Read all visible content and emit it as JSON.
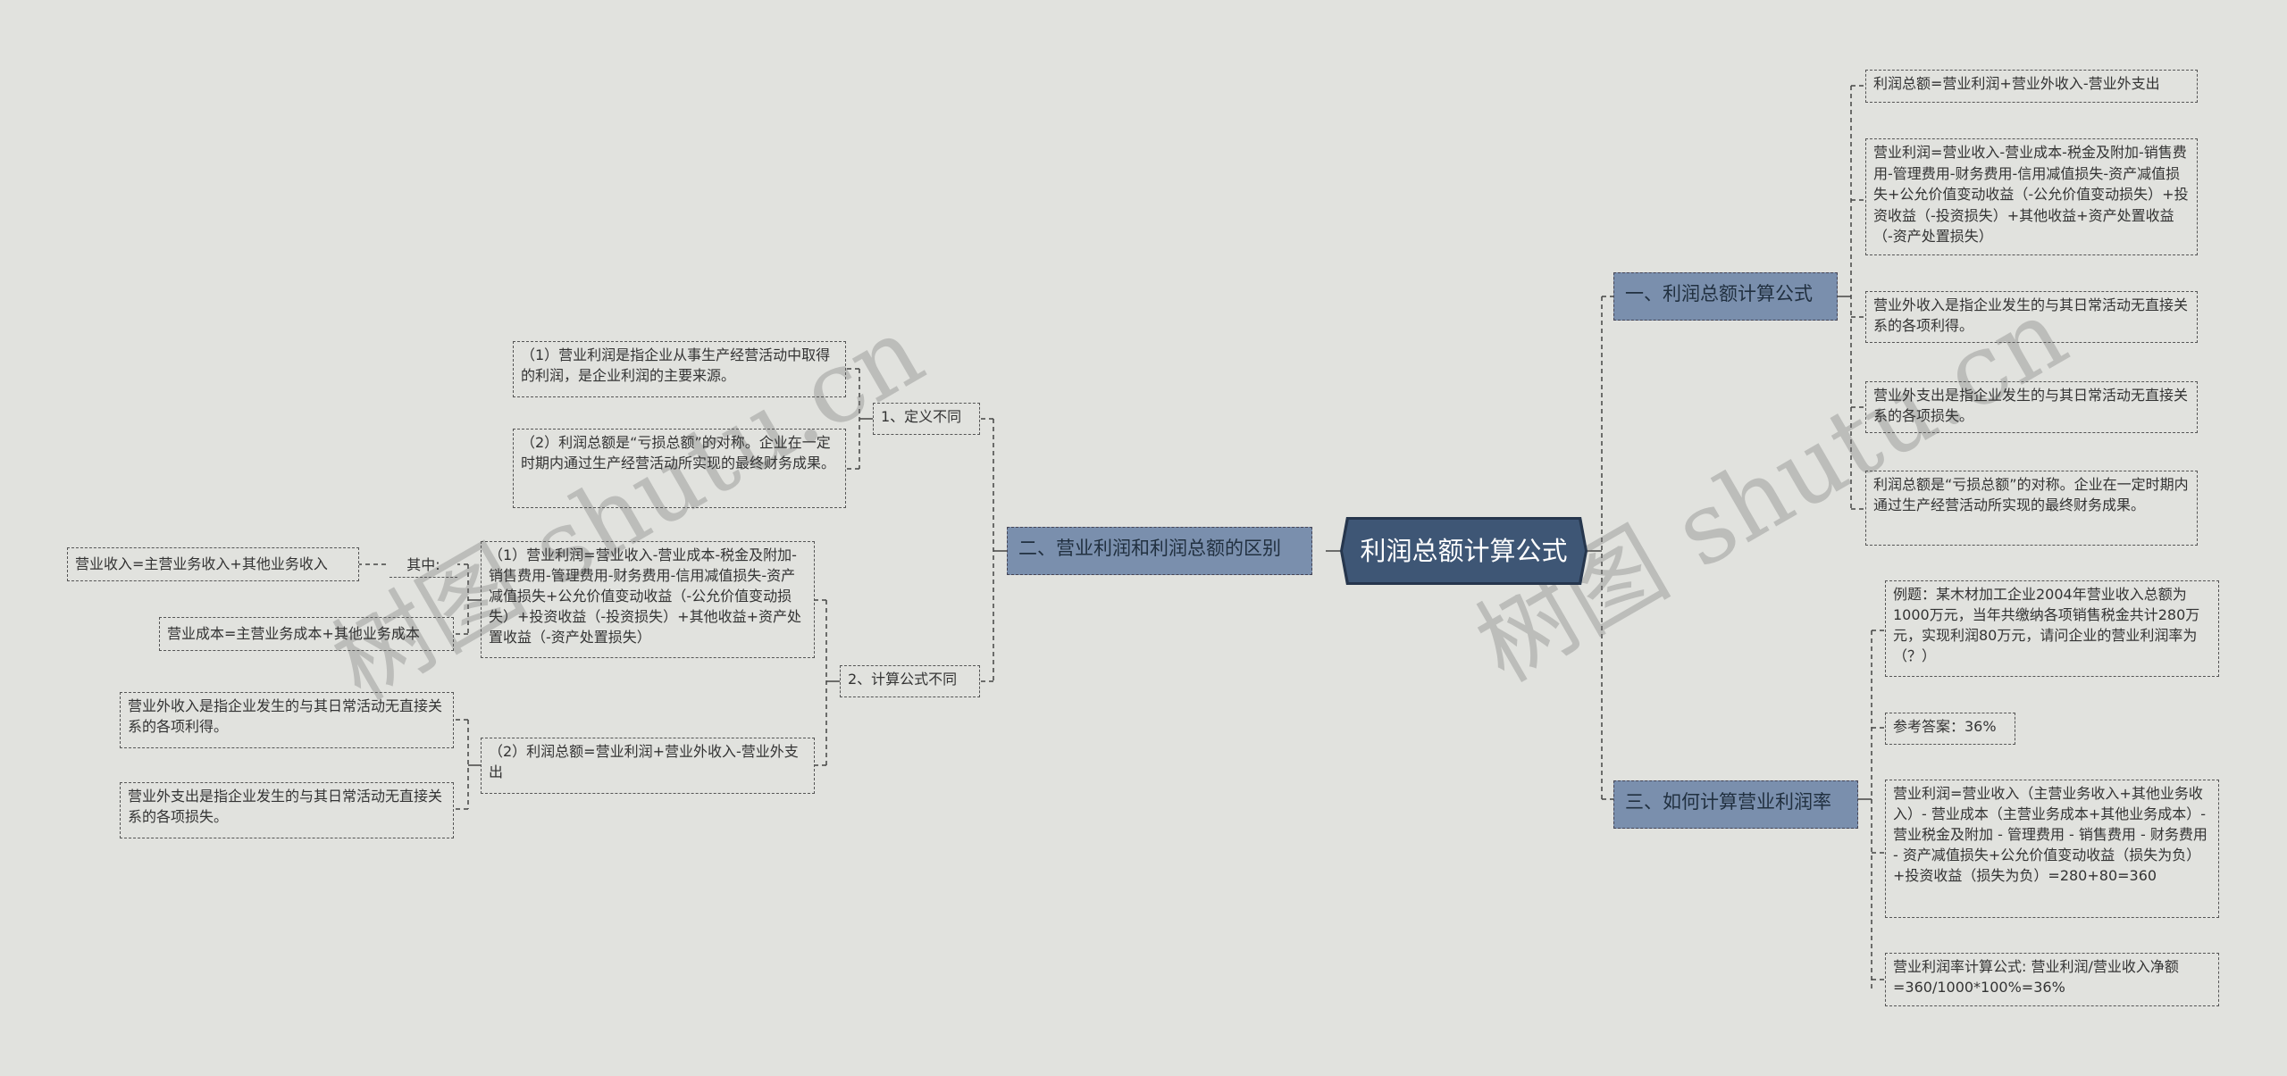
{
  "root": "利润总额计算公式",
  "branches": {
    "b1": "一、利润总额计算公式",
    "b2": "二、营业利润和利润总额的区别",
    "b3": "三、如何计算营业利润率"
  },
  "b1_items": [
    "利润总额=营业利润+营业外收入-营业外支出",
    "营业利润=营业收入-营业成本-税金及附加-销售费用-管理费用-财务费用-信用减值损失-资产减值损失+公允价值变动收益（-公允价值变动损失）+投资收益（-投资损失）+其他收益+资产处置收益（-资产处置损失）",
    "营业外收入是指企业发生的与其日常活动无直接关系的各项利得。",
    "营业外支出是指企业发生的与其日常活动无直接关系的各项损失。",
    "利润总额是“亏损总额”的对称。企业在一定时期内通过生产经营活动所实现的最终财务成果。"
  ],
  "b3_items": [
    "例题：某木材加工企业2004年营业收入总额为1000万元，当年共缴纳各项销售税金共计280万元，实现利润80万元，请问企业的营业利润率为（？）",
    "参考答案：36%",
    "营业利润=营业收入（主营业务收入+其他业务收入）- 营业成本（主营业务成本+其他业务成本）- 营业税金及附加 - 管理费用 - 销售费用 - 财务费用 - 资产减值损失+公允价值变动收益（损失为负）+投资收益（损失为负）=280+80=360",
    "营业利润率计算公式: 营业利润/营业收入净额=360/1000*100%=36%"
  ],
  "b2": {
    "sub1": "1、定义不同",
    "sub1_items": [
      "（1）营业利润是指企业从事生产经营活动中取得的利润，是企业利润的主要来源。",
      "（2）利润总额是“亏损总额”的对称。企业在一定时期内通过生产经营活动所实现的最终财务成果。"
    ],
    "sub2": "2、计算公式不同",
    "sub2_items": [
      "（1）营业利润=营业收入-营业成本-税金及附加-销售费用-管理费用-财务费用-信用减值损失-资产减值损失+公允价值变动收益（-公允价值变动损失）+投资收益（-投资损失）+其他收益+资产处置收益（-资产处置损失）",
      "（2）利润总额=营业利润+营业外收入-营业外支出"
    ],
    "qizhong": "其中:",
    "qizhong_items": [
      "营业收入=主营业务收入+其他业务收入",
      "营业成本=主营业务成本+其他业务成本"
    ],
    "sub2b_items": [
      "营业外收入是指企业发生的与其日常活动无直接关系的各项利得。",
      "营业外支出是指企业发生的与其日常活动无直接关系的各项损失。"
    ]
  },
  "watermarks": [
    "树图 shutu.cn",
    "树图 shutu.cn"
  ]
}
